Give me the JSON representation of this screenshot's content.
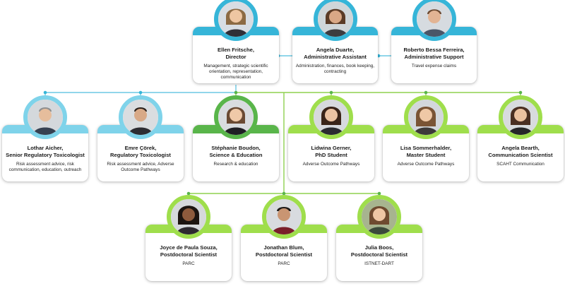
{
  "chart": {
    "leadership": [
      {
        "name_line1": "Ellen Fritsche,",
        "name_line2": "Director",
        "desc": "Management, strategic scientific orientation, representation, communication"
      },
      {
        "name_line1": "Angela Duarte,",
        "name_line2": "Administrative Assistant",
        "desc": "Administration, finances, book keeping, contracting"
      },
      {
        "name_line1": "Roberto Bessa Ferreira,",
        "name_line2": "Administrative Support",
        "desc": "Travel expense claims"
      }
    ],
    "staff": [
      {
        "name_line1": "Lothar Aicher,",
        "name_line2": "Senior Regulatory Toxicologist",
        "desc": "Risk assessment advice, risk communication, education, outreach"
      },
      {
        "name_line1": "Emre Çörek,",
        "name_line2": "Regulatory Toxicologist",
        "desc": "Risk assessment advice, Adverse Outcome Pathways"
      },
      {
        "name_line1": "Stéphanie Boudon,",
        "name_line2": "Science & Education",
        "desc": "Research & education"
      },
      {
        "name_line1": "Lidwina Gerner,",
        "name_line2": "PhD Student",
        "desc": "Adverse Outcome Pathways"
      },
      {
        "name_line1": "Lisa Sommerhalder,",
        "name_line2": "Master Student",
        "desc": "Adverse Outcome Pathways"
      },
      {
        "name_line1": "Angela Bearth,",
        "name_line2": "Communication Scientist",
        "desc": "SCAHT Communication"
      }
    ],
    "postdocs": [
      {
        "name_line1": "Joyce de Paula Souza,",
        "name_line2": "Postdoctoral Scientist",
        "desc": "PARC"
      },
      {
        "name_line1": "Jonathan Blum,",
        "name_line2": "Postdoctoral Scientist",
        "desc": "PARC"
      },
      {
        "name_line1": "Julia Boos,",
        "name_line2": "Postdoctoral Scientist",
        "desc": "ISTNET-DART"
      }
    ]
  },
  "colors": {
    "light_blue": "#7fd3ea",
    "dark_blue": "#36b5d8",
    "green": "#59b54a",
    "lime": "#9fde4c",
    "connector_blue": "#6cc9e3",
    "connector_green": "#8fd14f"
  }
}
